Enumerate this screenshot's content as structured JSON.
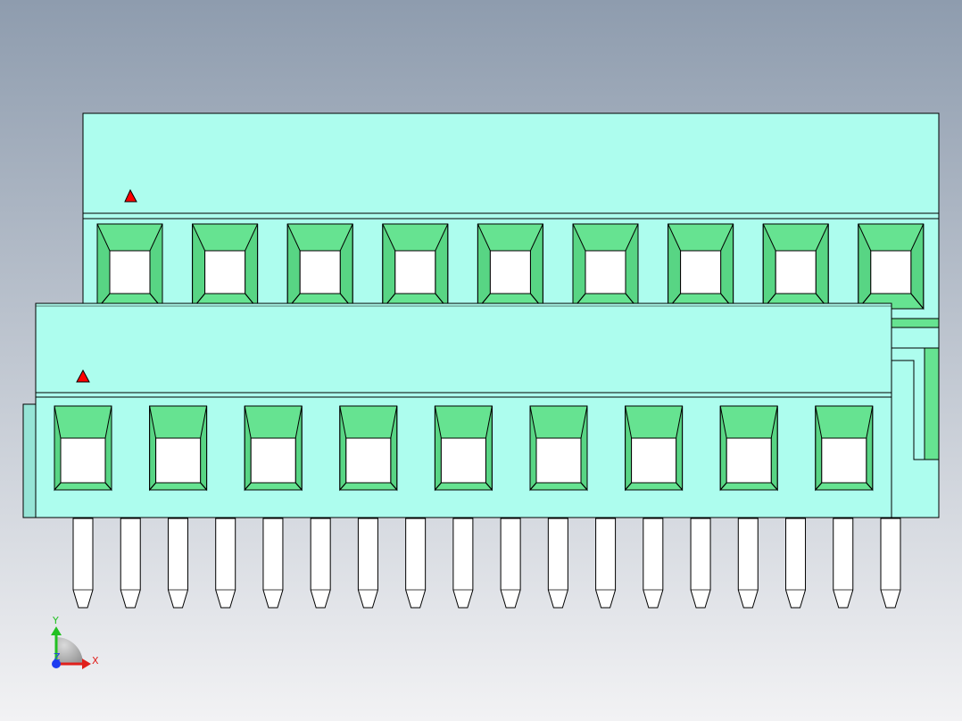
{
  "viewport": {
    "background_top": "#8e9cae",
    "background_bottom": "#f2f2f4"
  },
  "model": {
    "body_color": "#adfdee",
    "body_shade": "#96e4d6",
    "cavity_color": "#66e391",
    "cavity_dark": "#3fbb6e",
    "hole_color": "#ffffff",
    "outline_color": "#000000",
    "pin_color": "#ffffff",
    "marker_color": "#ff0000",
    "back_row_cavities": 9,
    "front_row_cavities": 9,
    "pin_count": 18
  },
  "triad": {
    "x_label": "X",
    "y_label": "Y",
    "z_label": "Z",
    "x_color": "#e0201c",
    "y_color": "#22c022",
    "z_color": "#1e3cf0"
  }
}
